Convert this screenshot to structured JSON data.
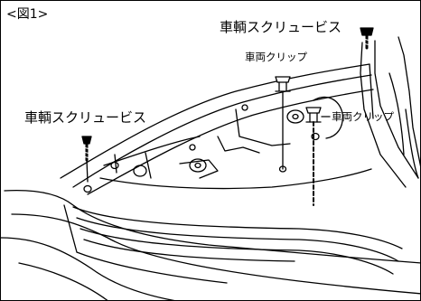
{
  "figure": {
    "number": "<図1>",
    "labels": {
      "screw_right": "車輌スクリュービス",
      "screw_left": "車輌スクリュービス",
      "clip_center": "車両クリップ",
      "clip_right": "車両クリップ"
    }
  }
}
